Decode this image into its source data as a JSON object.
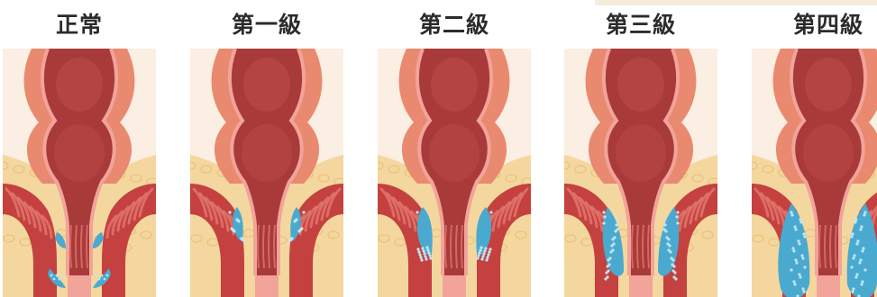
{
  "stages": [
    {
      "label": "正常",
      "severity": 0
    },
    {
      "label": "第一級",
      "severity": 1
    },
    {
      "label": "第二級",
      "severity": 2
    },
    {
      "label": "第三級",
      "severity": 3
    },
    {
      "label": "第四級",
      "severity": 4
    }
  ],
  "colors": {
    "background": "#ffffff",
    "title_text": "#2b2b2b",
    "canal_backdrop": "#fbeee2",
    "fat_tissue": "#f3d79f",
    "fat_blobs": "#e9be72",
    "muscle": "#c4413f",
    "muscle_stripes": "#e47d73",
    "lumen": "#a83a3a",
    "lumen_highlight": "#be4d47",
    "mucosa": "#f2a39a",
    "outer_wall": "#e9896f",
    "hemorrhoid_blue": "#4aa9cf",
    "hemorrhoid_dots": "#bfe6f3"
  }
}
